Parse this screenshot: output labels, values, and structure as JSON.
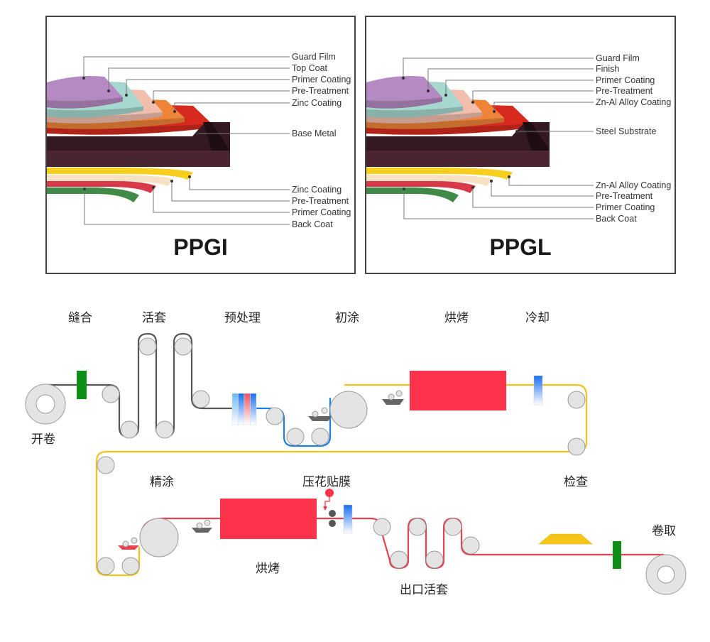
{
  "panels": [
    {
      "title": "PPGI",
      "top_labels": [
        "Guard Film",
        "Top Coat",
        "Primer Coating",
        "Pre-Treatment",
        "Zinc Coating"
      ],
      "core_label": "Base Metal",
      "bottom_labels": [
        "Zinc Coating",
        "Pre-Treatment",
        "Primer Coating",
        "Back Coat"
      ]
    },
    {
      "title": "PPGL",
      "top_labels": [
        "Guard Film",
        "Finish",
        "Primer Coating",
        "Pre-Treatment",
        "Zn-Al Alloy Coating"
      ],
      "core_label": "Steel Substrate",
      "bottom_labels": [
        "Zn-Al Alloy Coating",
        "Pre-Treatment",
        "Primer Coating",
        "Back Coat"
      ]
    }
  ],
  "layer_colors": {
    "guard_film": "#b58ac2",
    "top_coat": "#a6d8cf",
    "primer": "#f2bfae",
    "pretreat": "#ef8338",
    "zinc": "#d8291f",
    "base": "#4a2430",
    "bottom_zinc": "#f7cf1e",
    "bottom_pretreat": "#f6e2c3",
    "bottom_primer": "#d93a4a",
    "back_coat": "#3f8a46"
  },
  "process": {
    "steps": {
      "uncoil": "开卷",
      "stitch": "缝合",
      "entry_looper": "活套",
      "pretreatment": "预处理",
      "primer_coat": "初涂",
      "bake_1": "烘烤",
      "cooling": "冷却",
      "inspection": "检查",
      "finish_coat": "精涂",
      "emboss_laminate": "压花贴膜",
      "bake_2": "烘烤",
      "exit_looper": "出口活套",
      "recoil": "卷取"
    },
    "colors": {
      "strip_raw": "#555555",
      "strip_treated": "#1e7fe0",
      "strip_primed": "#f2c21a",
      "strip_finished": "#e8404f",
      "oven": "#fc334a",
      "stitcher": "#0f8f1a",
      "roller_fill": "#e4e4e4",
      "roller_stroke": "#9a9a9a",
      "coater_pan": "#666666",
      "inspection_lamp": "#f5c518"
    }
  }
}
